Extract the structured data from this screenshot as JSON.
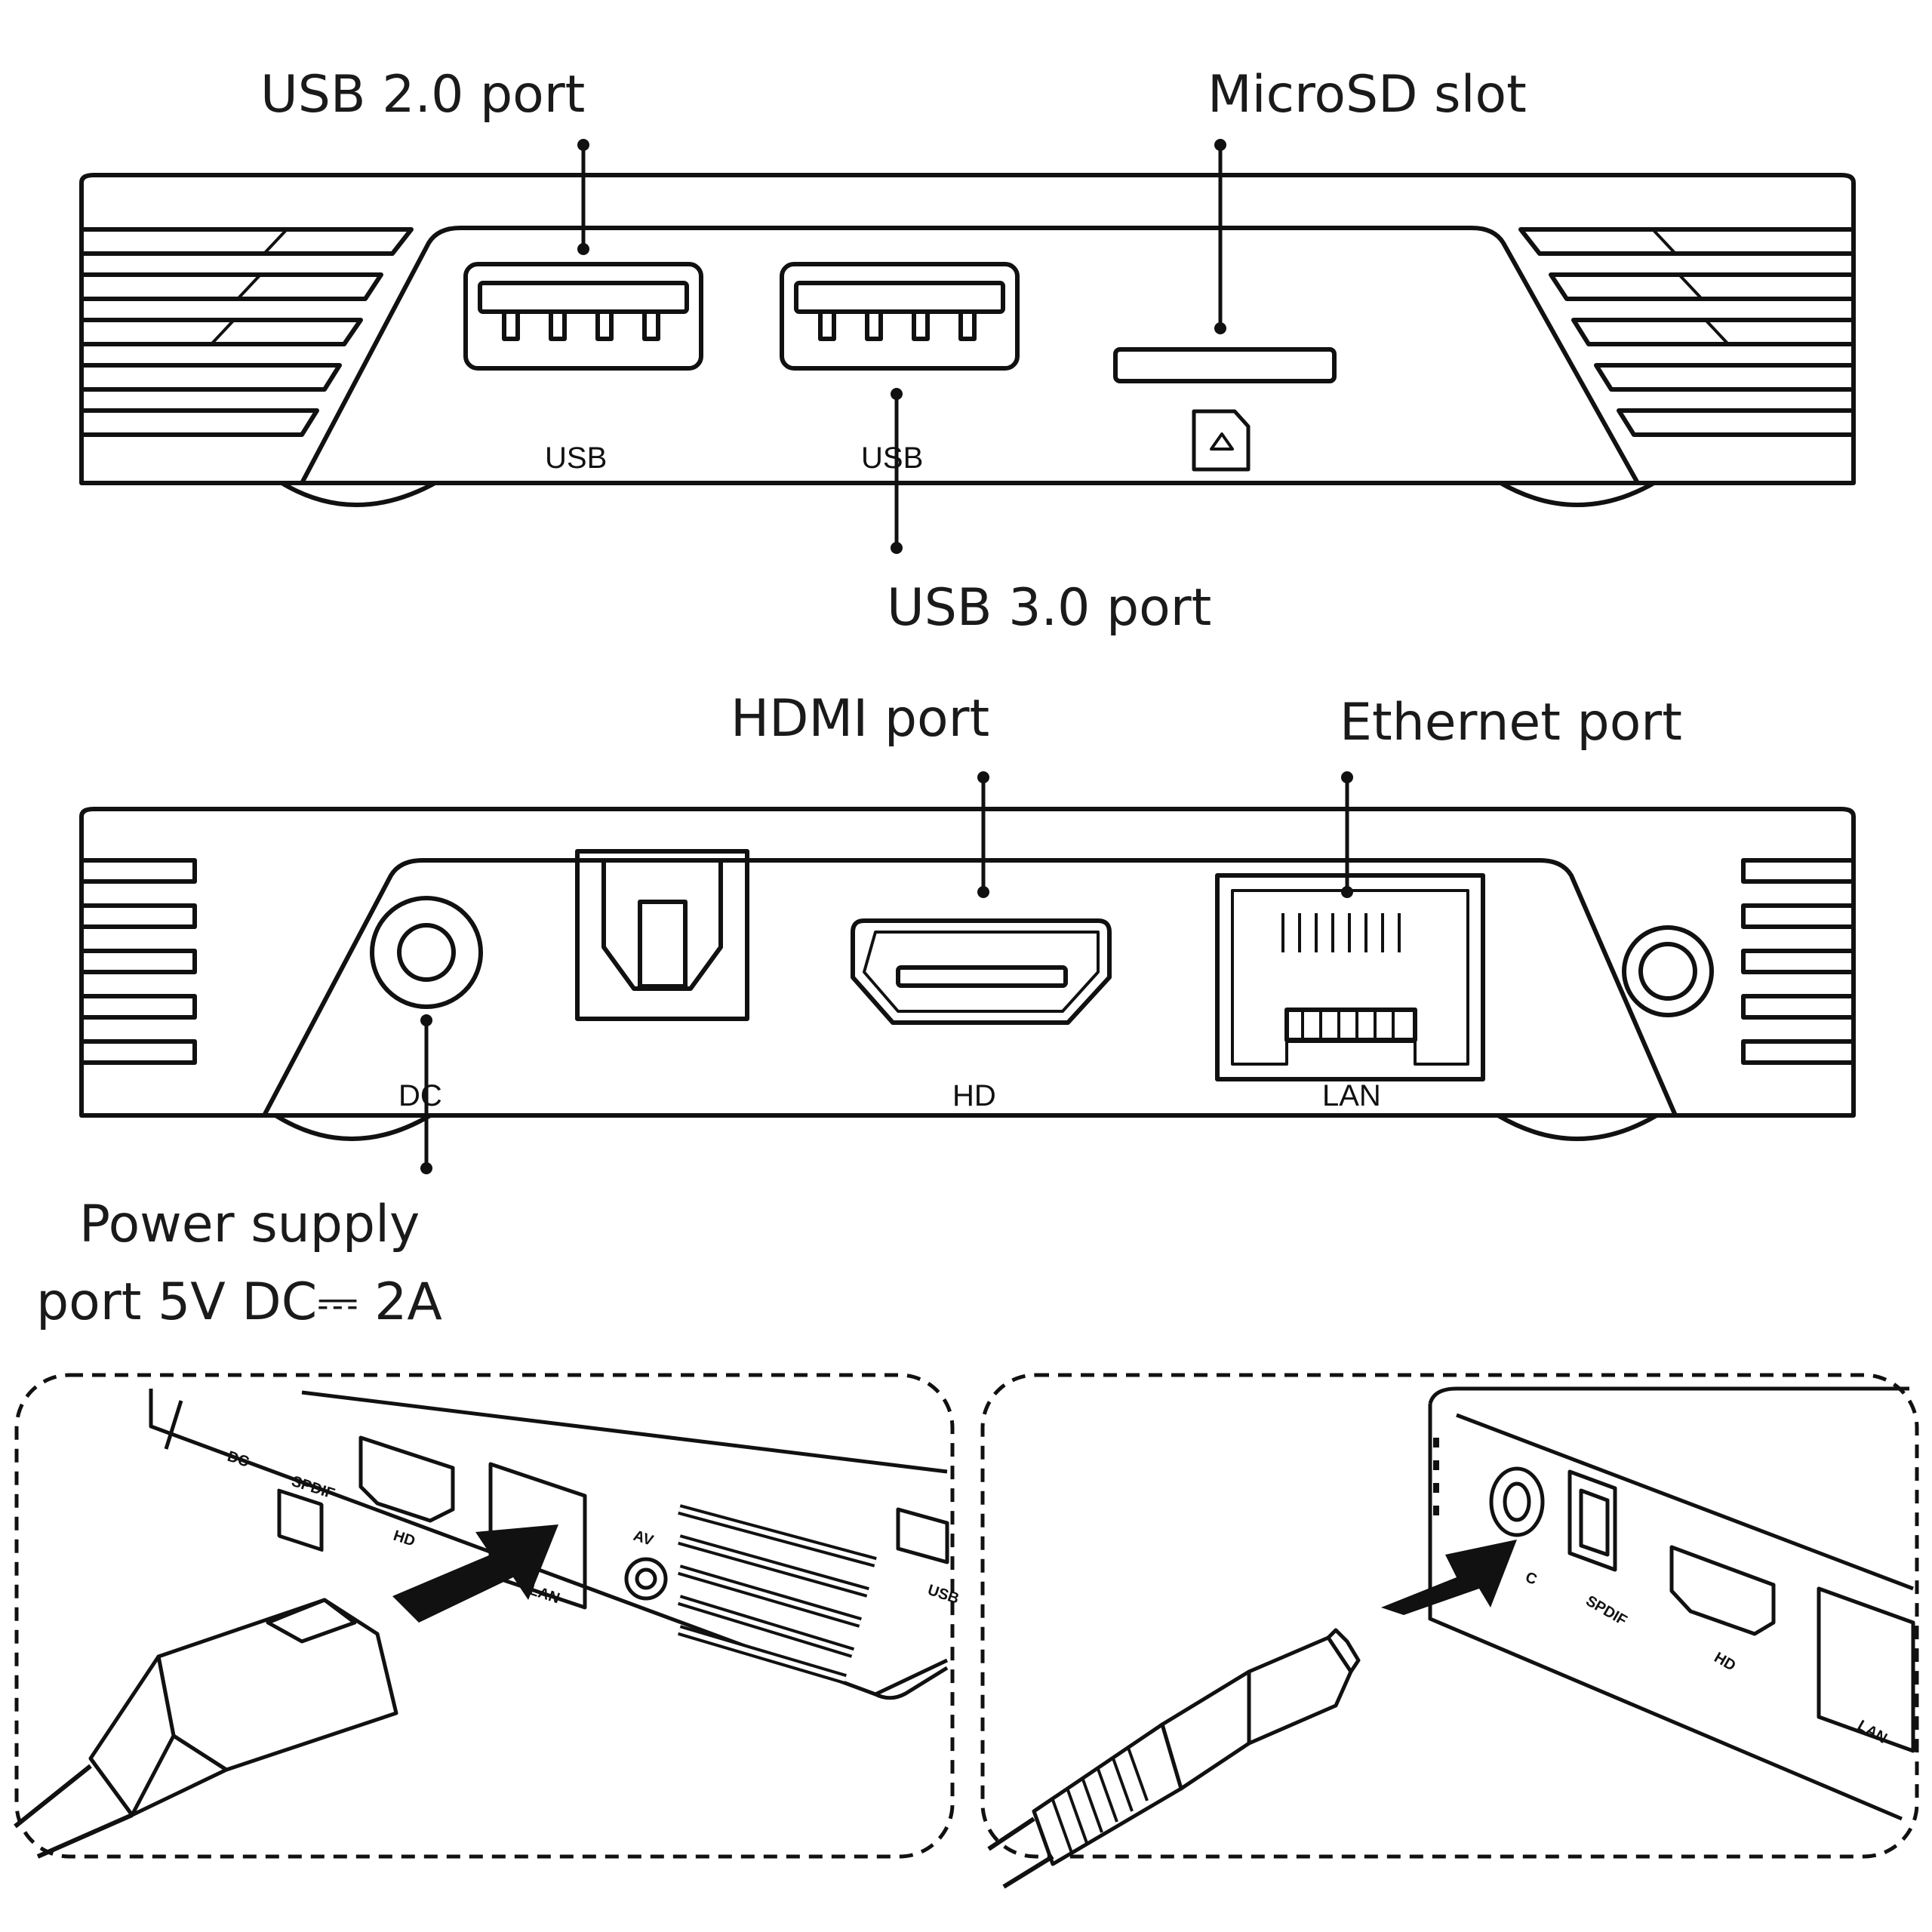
{
  "front_view": {
    "callouts": {
      "usb2": "USB 2.0 port",
      "microsd": "MicroSD slot",
      "usb3": "USB 3.0 port"
    },
    "panel_marks": {
      "usb_left": "USB",
      "usb_right": "USB"
    }
  },
  "back_view": {
    "callouts": {
      "hdmi": "HDMI port",
      "ethernet": "Ethernet port",
      "power_line1": "Power supply",
      "power_line2": "port 5V DC⎓ 2A"
    },
    "panel_marks": {
      "dc": "DC",
      "hd": "HD",
      "lan": "LAN"
    }
  },
  "inset_ethernet": {
    "marks": {
      "dc": "DC",
      "spdif": "SPDIF",
      "hd": "HD",
      "lan": "LAN",
      "av": "AV",
      "usb": "USB"
    }
  },
  "inset_power": {
    "marks": {
      "dc": "C",
      "spdif": "SPDIF",
      "hd": "HD",
      "lan": "LAN"
    }
  },
  "colors": {
    "line": "#111111",
    "background": "#ffffff"
  }
}
